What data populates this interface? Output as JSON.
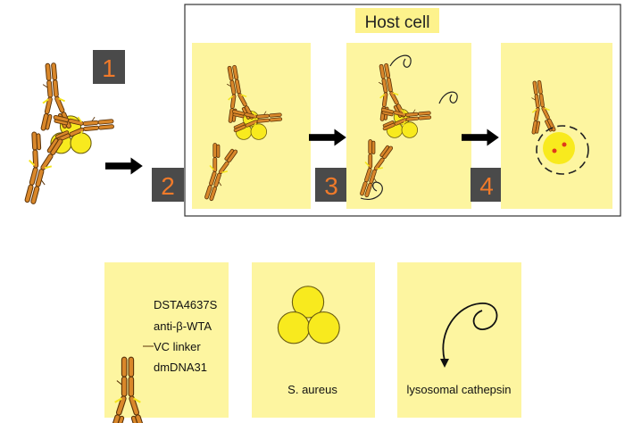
{
  "host_cell_label": "Host cell",
  "steps": [
    "1",
    "2",
    "3",
    "4"
  ],
  "legend": {
    "antibody_lines": [
      "DSTA4637S",
      "anti-β-WTA",
      "VC linker",
      "dmDNA31"
    ],
    "bacteria_label": "S. aureus",
    "enzyme_label": "lysosomal cathepsin"
  },
  "colors": {
    "panel_yellow": "#fdf5a0",
    "host_label_bg": "#fdf28c",
    "antibody_orange": "#d9872a",
    "antibody_outline": "#5a3208",
    "bacteria_yellow": "#f8ea1e",
    "bacteria_outline": "#6b5d10",
    "payload_yellow": "#f5e61e",
    "step_box": "#4a4a4a",
    "step_number": "#f07a2a",
    "arrow": "#000000",
    "red_dot": "#e03a1a"
  }
}
